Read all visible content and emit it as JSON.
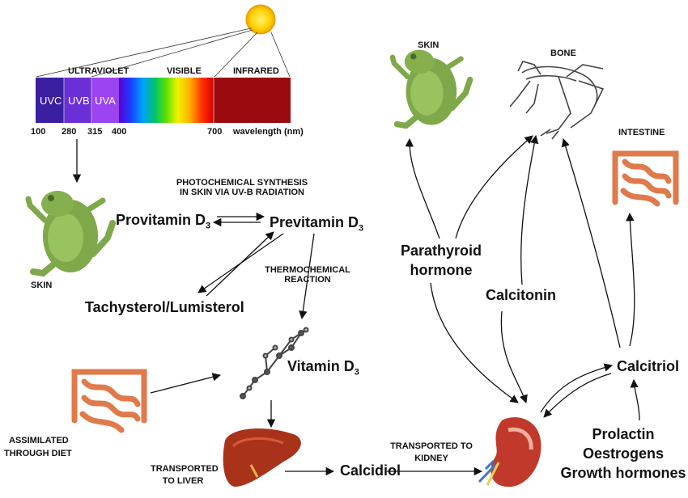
{
  "spectrum": {
    "band_labels": {
      "ultraviolet": "ULTRAVIOLET",
      "visible": "VISIBLE",
      "infrared": "INFRARED"
    },
    "segments": [
      "UVC",
      "UVB",
      "UVA"
    ],
    "ticks": [
      "100",
      "280",
      "315",
      "400",
      "700"
    ],
    "axis_label": "wavelength (nm)"
  },
  "left": {
    "skin_label": "SKIN",
    "photochem": [
      "PHOTOCHEMICAL SYNTHESIS",
      "IN SKIN VIA UV-B RADIATION"
    ],
    "provitamin": "Provitamin D",
    "previtamin": "Previtamin D",
    "subscript": "3",
    "thermo": [
      "THERMOCHEMICAL",
      "REACTION"
    ],
    "tachysterol": "Tachysterol/Lumisterol",
    "vitamin": "Vitamin D",
    "diet": [
      "ASSIMILATED",
      "THROUGH DIET"
    ],
    "liver_transport": [
      "TRANSPORTED",
      "TO LIVER"
    ],
    "calcidiol": "Calcidiol",
    "kidney_transport": [
      "TRANSPORTED TO",
      "KIDNEY"
    ]
  },
  "right": {
    "skin_label": "SKIN",
    "bone_label": "BONE",
    "intestine_label": "INTESTINE",
    "pth": [
      "Parathyroid",
      "hormone"
    ],
    "calcitonin": "Calcitonin",
    "calcitriol": "Calcitriol",
    "hormones": [
      "Prolactin",
      "Oestrogens",
      "Growth hormones"
    ]
  }
}
